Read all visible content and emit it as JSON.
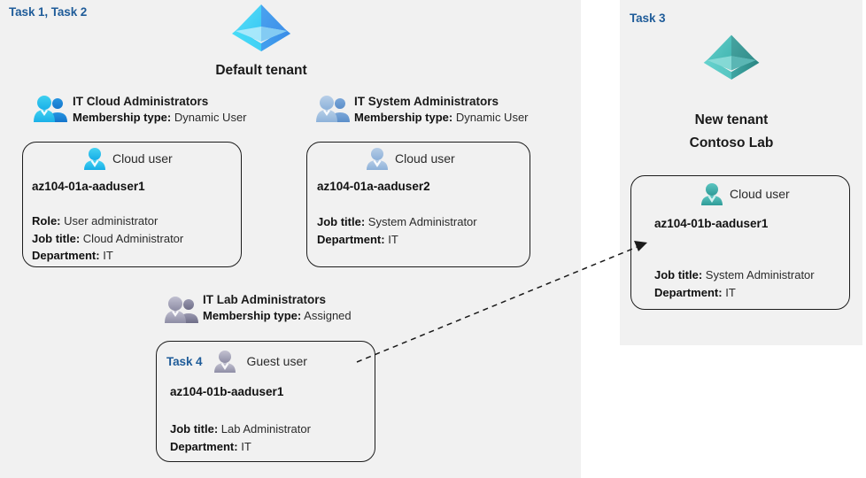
{
  "left_panel": {
    "task_label": "Task 1, Task 2",
    "tenant": {
      "icon": "azure-ad-tenant-icon",
      "name": "Default tenant"
    },
    "groups": [
      {
        "icon": "group-users-icon",
        "title": "IT Cloud Administrators",
        "membership_key": "Membership type:",
        "membership_value": "Dynamic User",
        "card": {
          "user_type_icon": "cloud-user-icon",
          "user_type": "Cloud user",
          "username": "az104-01a-aaduser1",
          "attrs": [
            {
              "key": "Role:",
              "value": "User administrator"
            },
            {
              "key": "Job title:",
              "value": "Cloud Administrator"
            },
            {
              "key": "Department:",
              "value": "IT"
            }
          ]
        }
      },
      {
        "icon": "group-users-icon",
        "title": "IT System Administrators",
        "membership_key": "Membership type:",
        "membership_value": "Dynamic User",
        "card": {
          "user_type_icon": "cloud-user-icon",
          "user_type": "Cloud user",
          "username": "az104-01a-aaduser2",
          "attrs": [
            {
              "key": "Job title:",
              "value": "System Administrator"
            },
            {
              "key": "Department:",
              "value": "IT"
            }
          ]
        }
      },
      {
        "icon": "group-users-icon",
        "title": "IT Lab Administrators",
        "membership_key": "Membership type:",
        "membership_value": "Assigned",
        "card": {
          "task_label": "Task 4",
          "user_type_icon": "guest-user-icon",
          "user_type": "Guest user",
          "username": "az104-01b-aaduser1",
          "attrs": [
            {
              "key": "Job title:",
              "value": "Lab Administrator"
            },
            {
              "key": "Department:",
              "value": "IT"
            }
          ]
        }
      }
    ]
  },
  "right_panel": {
    "task_label": "Task 3",
    "tenant": {
      "icon": "azure-ad-tenant-icon",
      "name_line1": "New  tenant",
      "name_line2": "Contoso Lab"
    },
    "card": {
      "user_type_icon": "cloud-user-icon",
      "user_type": "Cloud user",
      "username": "az104-01b-aaduser1",
      "attrs": [
        {
          "key": "Job title:",
          "value": "System Administrator"
        },
        {
          "key": "Department:",
          "value": "IT"
        }
      ]
    }
  },
  "connector": {
    "name": "guest-invite-arrow",
    "style": "dashed-arrow"
  },
  "colors": {
    "panel_background": "#f1f1f1",
    "task_label": "#1f5c99",
    "tenant_blue": "#32b6f0",
    "tenant_teal": "#4bbbb4",
    "card_border": "#1c1c1c"
  }
}
